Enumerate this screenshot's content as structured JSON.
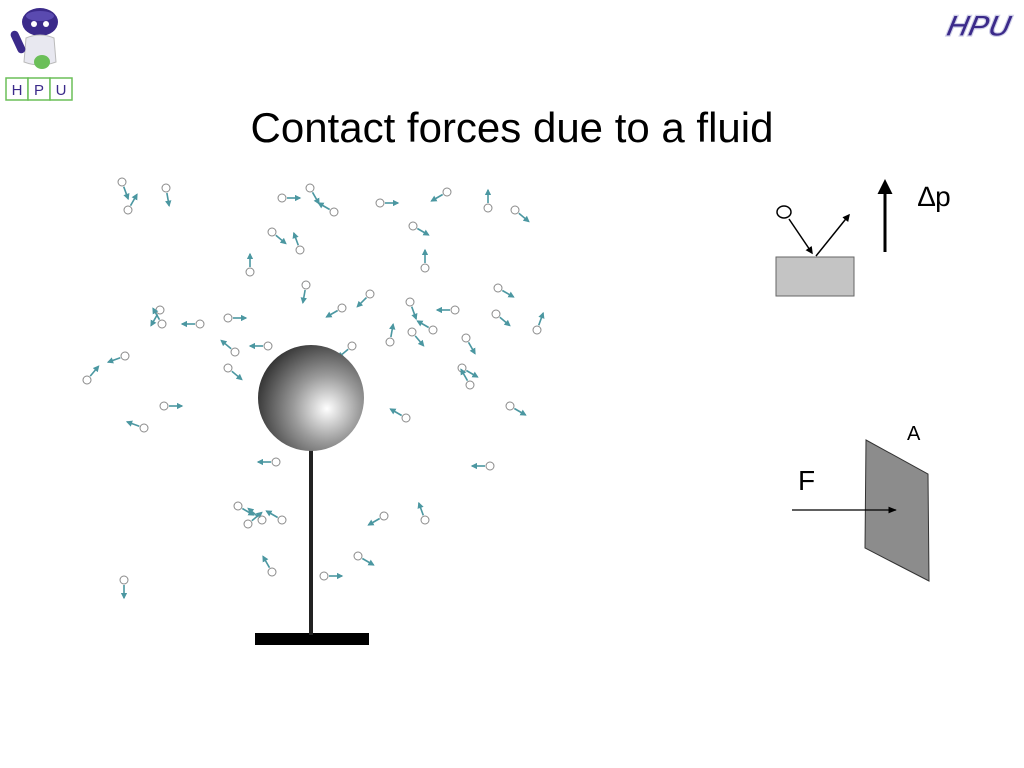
{
  "slide": {
    "title": "Contact forces due to a fluid"
  },
  "logos": {
    "left_letters": [
      "H",
      "P",
      "U"
    ],
    "right_text": "HPU",
    "left_icon": "mascot-icon",
    "right_icon": "hpu-logo-icon"
  },
  "momentum_diagram": {
    "label": "∆p"
  },
  "force_diagram": {
    "force_label": "F",
    "area_label": "A"
  },
  "colors": {
    "molecule_arrow": "#4b97a1",
    "molecule_circle": "#8a8a8a",
    "wall_fill": "#c4c4c4",
    "plate_fill": "#8c8c8c",
    "logo_purple": "#3b2a8a"
  }
}
